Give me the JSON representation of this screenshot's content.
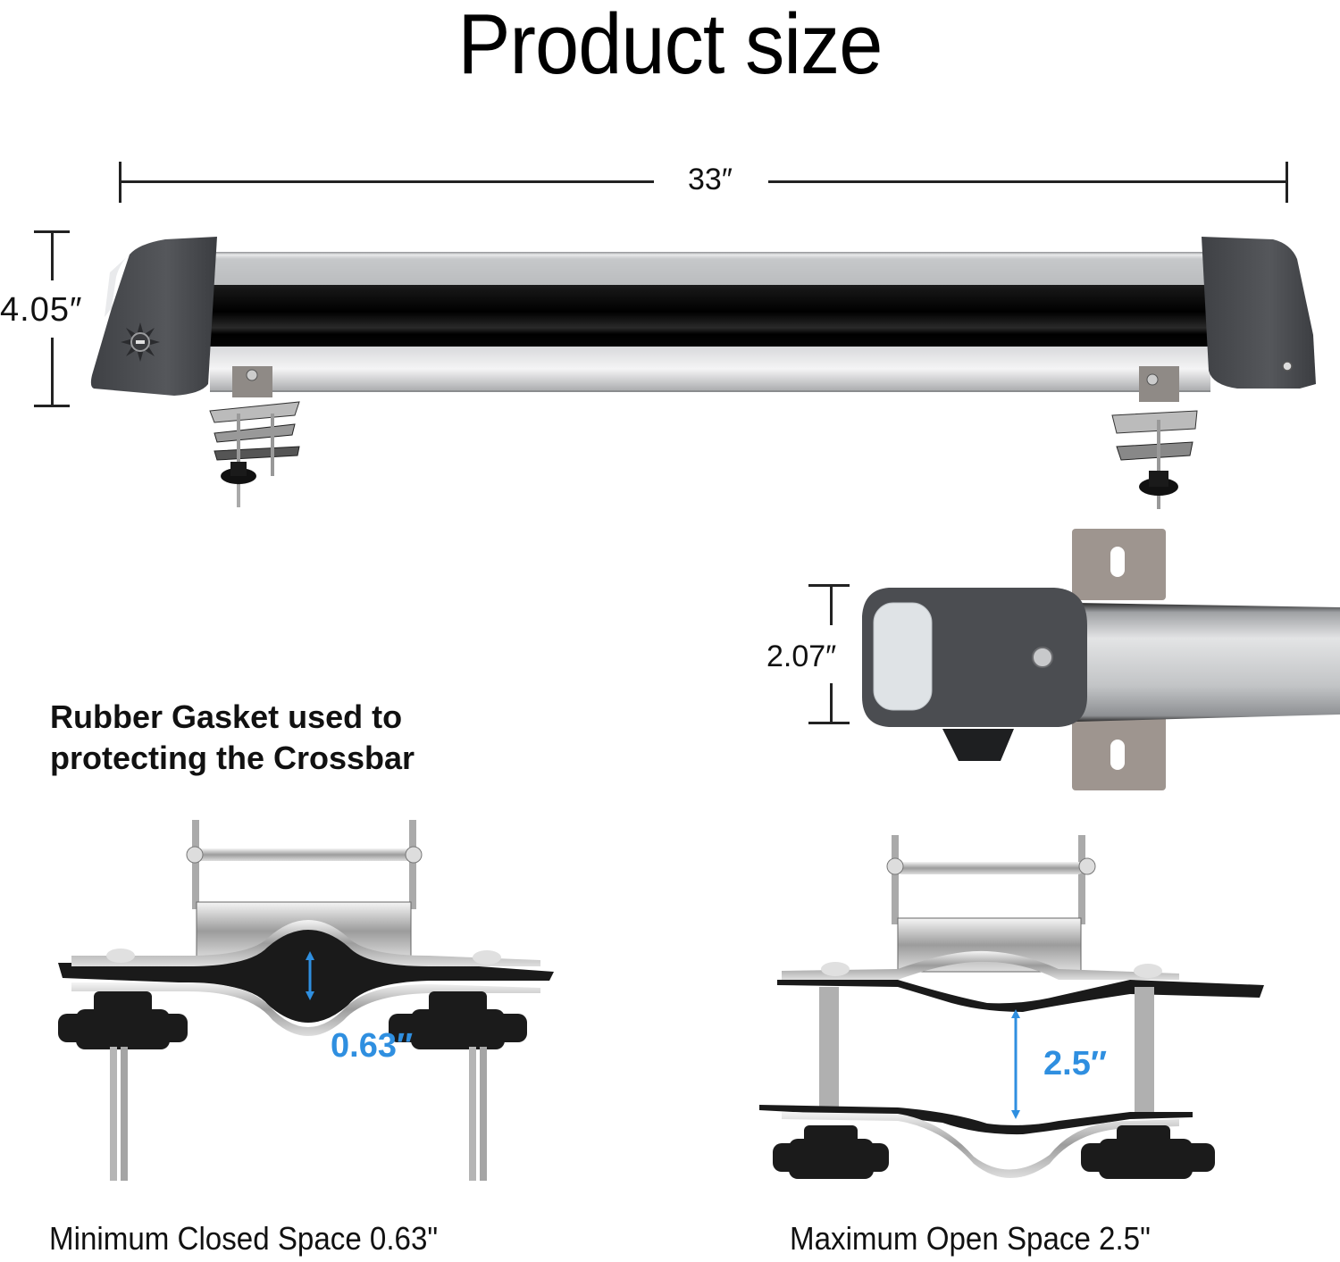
{
  "title": "Product size",
  "dimensions": {
    "length": "33″",
    "height": "4.05″",
    "end_cap_height": "2.07″"
  },
  "caption": {
    "line1": "Rubber Gasket used to",
    "line2": "protecting the Crossbar"
  },
  "clamps": {
    "closed": {
      "measure": "0.63″",
      "label": "Minimum Closed Space 0.63\""
    },
    "open": {
      "measure": "2.5″",
      "label": "Maximum Open Space 2.5\""
    }
  },
  "colors": {
    "accent_blue": "#2f8fe0",
    "cap_gray": "#4a4c50",
    "rail_silver": "#c9cbcd",
    "rail_black": "#050505",
    "bracket": "#9e958f"
  }
}
